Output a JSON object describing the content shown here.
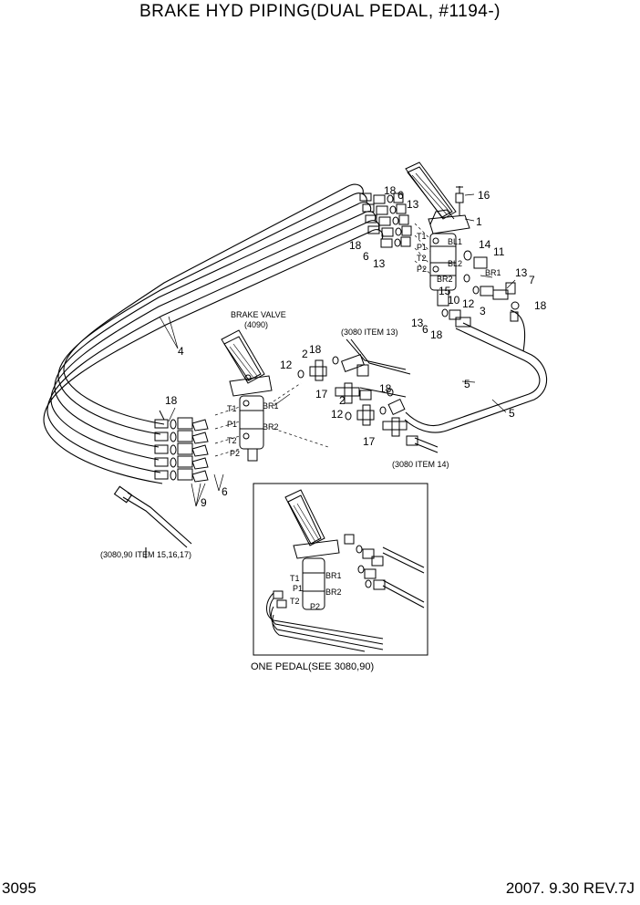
{
  "title": "BRAKE HYD PIPING(DUAL PEDAL, #1194-)",
  "footer": {
    "page": "3095",
    "date_rev": "2007. 9.30  REV.7J"
  },
  "notes": {
    "brake_valve": "BRAKE VALVE",
    "brake_valve_ref": "(4090)",
    "item13": "(3080 ITEM 13)",
    "item14": "(3080 ITEM 14)",
    "items15": "(3080,90 ITEM 15,16,17)",
    "one_pedal": "ONE PEDAL(SEE 3080,90)"
  },
  "ports": {
    "t1": "T1",
    "p1": "P1",
    "t2": "T2",
    "p2": "P2",
    "br1": "BR1",
    "br2": "BR2",
    "bl1": "BL1",
    "bl2": "BL2"
  },
  "callouts": {
    "c1": "1",
    "c2": "2",
    "c3": "3",
    "c4": "4",
    "c5": "5",
    "c6": "6",
    "c7": "7",
    "c9": "9",
    "c10": "10",
    "c11": "11",
    "c12": "12",
    "c13": "13",
    "c14": "14",
    "c15": "15",
    "c16": "16",
    "c17": "17",
    "c18": "18"
  },
  "colors": {
    "line": "#000000",
    "background": "#ffffff"
  }
}
